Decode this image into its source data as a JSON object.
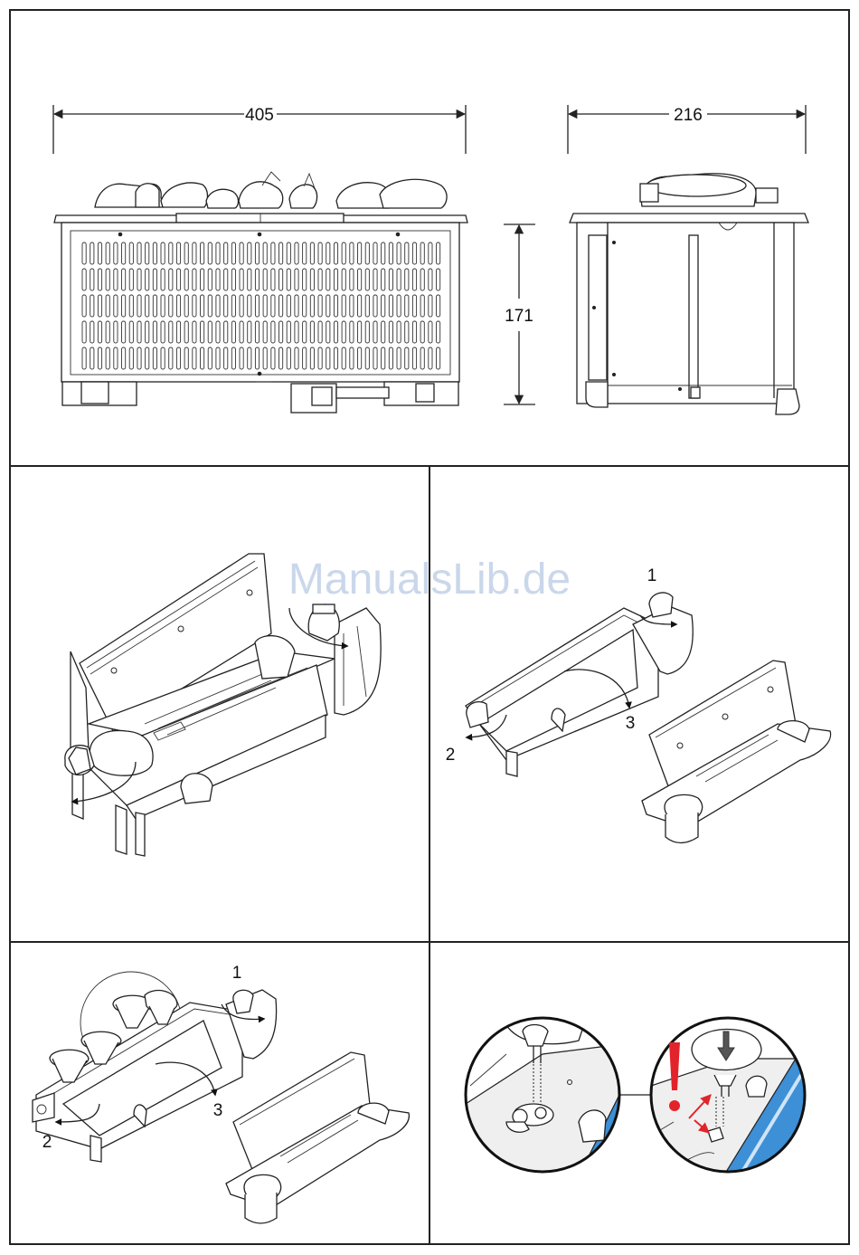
{
  "dimensions": {
    "width": "405",
    "side_width": "216",
    "height": "171"
  },
  "panel2": {
    "step1": "1",
    "step2": "2",
    "step3": "3"
  },
  "panel3": {
    "step1": "1",
    "step2": "2",
    "step3": "3"
  },
  "watermark": "ManualsLib.de",
  "colors": {
    "warning": "#e3232b",
    "blue_part": "#3d8fd6",
    "line": "#222222"
  }
}
